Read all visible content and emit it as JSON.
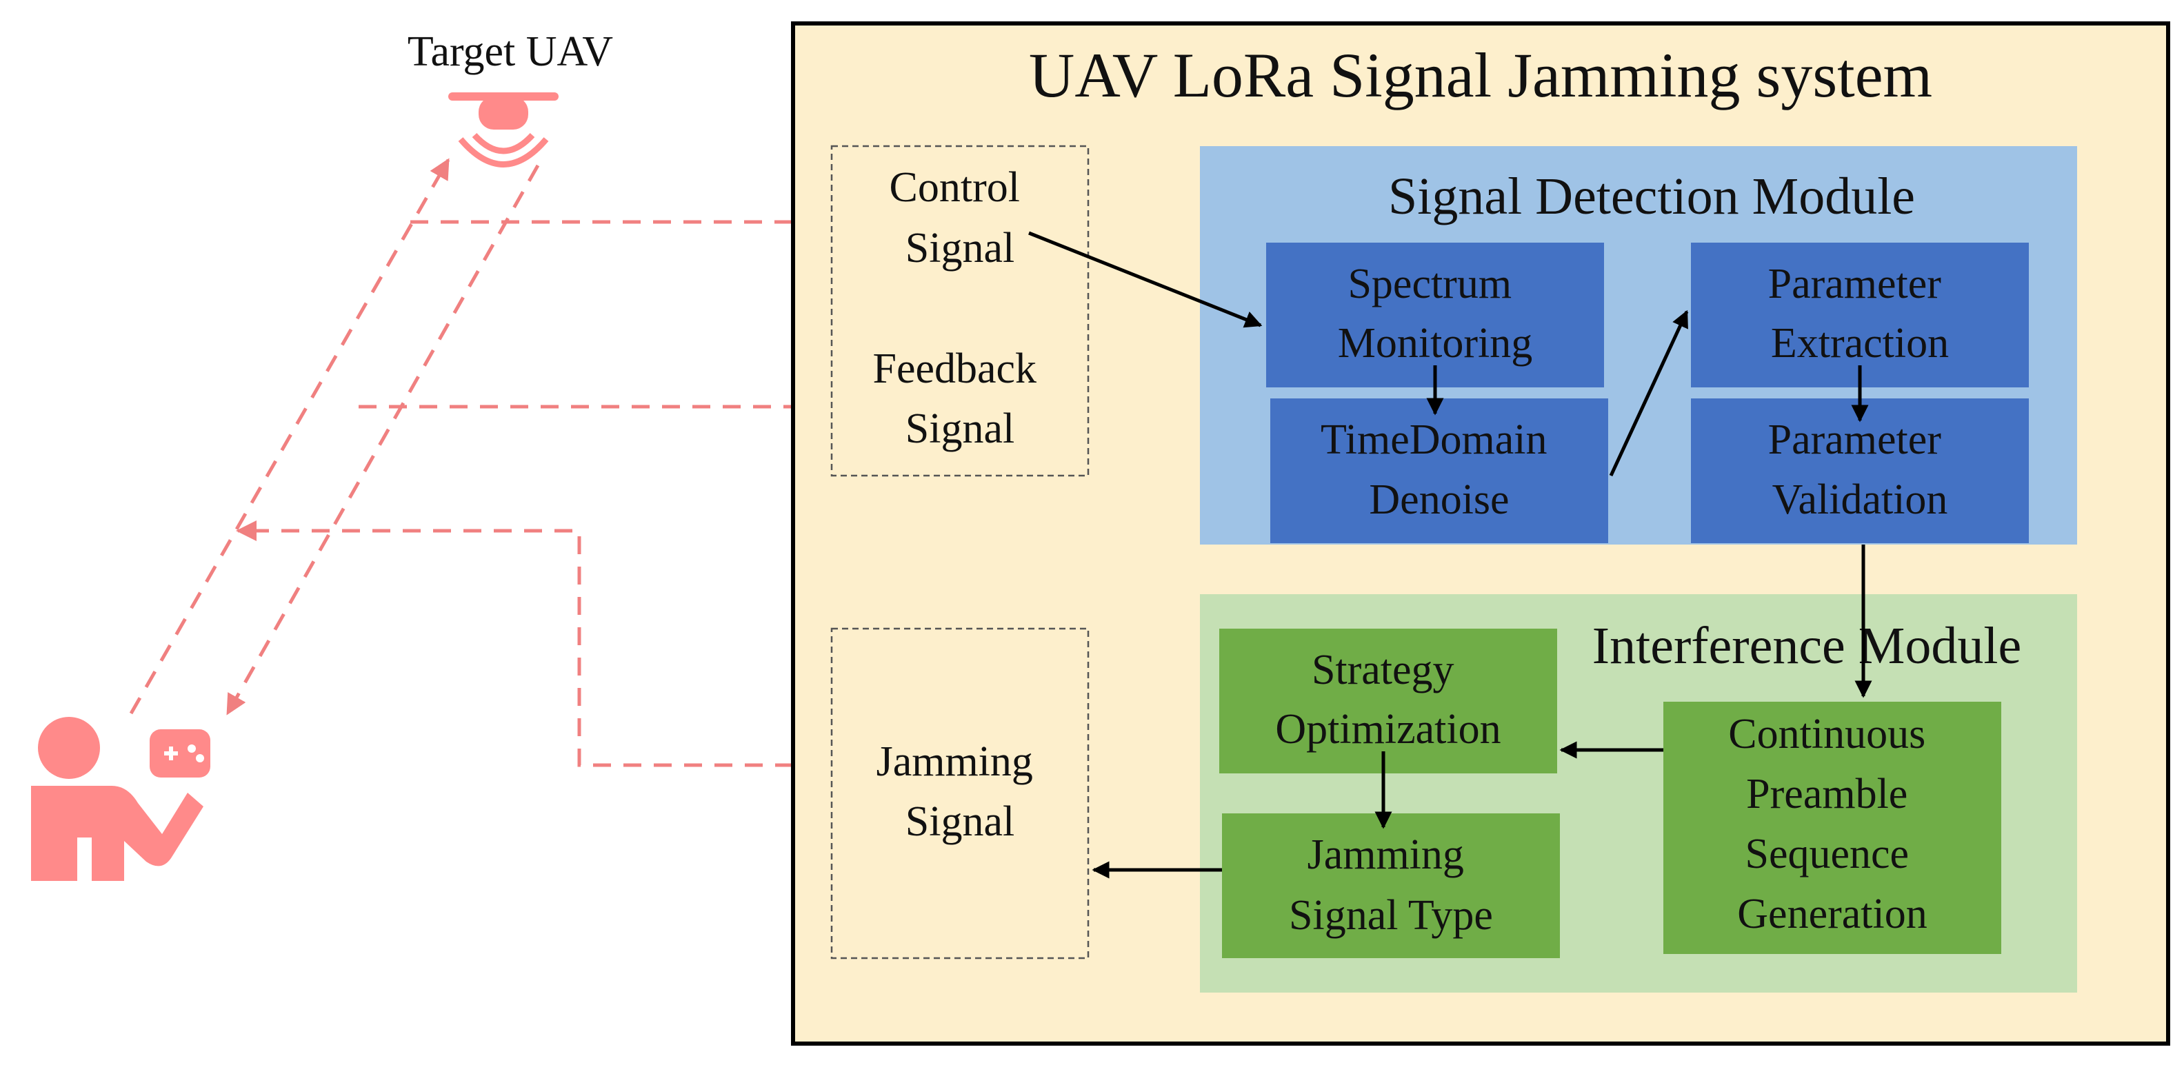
{
  "target_label": "Target UAV",
  "system_title": "UAV LoRa Signal Jamming system",
  "signals": {
    "control": [
      "Control",
      "Signal"
    ],
    "feedback": [
      "Feedback",
      "Signal"
    ],
    "jamming": [
      "Jamming",
      "Signal"
    ]
  },
  "detection": {
    "title": "Signal Detection Module",
    "spectrum": [
      "Spectrum",
      "Monitoring"
    ],
    "denoise": [
      "TimeDomain",
      "Denoise"
    ],
    "extraction": [
      "Parameter",
      "Extraction"
    ],
    "validation": [
      "Parameter",
      "Validation"
    ]
  },
  "interference": {
    "title": "Interference Module",
    "strategy": [
      "Strategy",
      "Optimization"
    ],
    "jam_type": [
      "Jamming",
      "Signal Type"
    ],
    "preamble": [
      "Continuous",
      "Preamble",
      "Sequence",
      "Generation"
    ]
  },
  "icons": {
    "drone": "drone-icon",
    "operator": "operator-icon",
    "controller": "gamepad-icon"
  },
  "colors": {
    "system_bg": "#fdefcc",
    "detection_bg": "#9fc3e6",
    "detection_block": "#4472c4",
    "interference_bg": "#c5e0b4",
    "interference_block": "#70ad47",
    "link": "#f08080",
    "icon": "#ff8a8a"
  }
}
